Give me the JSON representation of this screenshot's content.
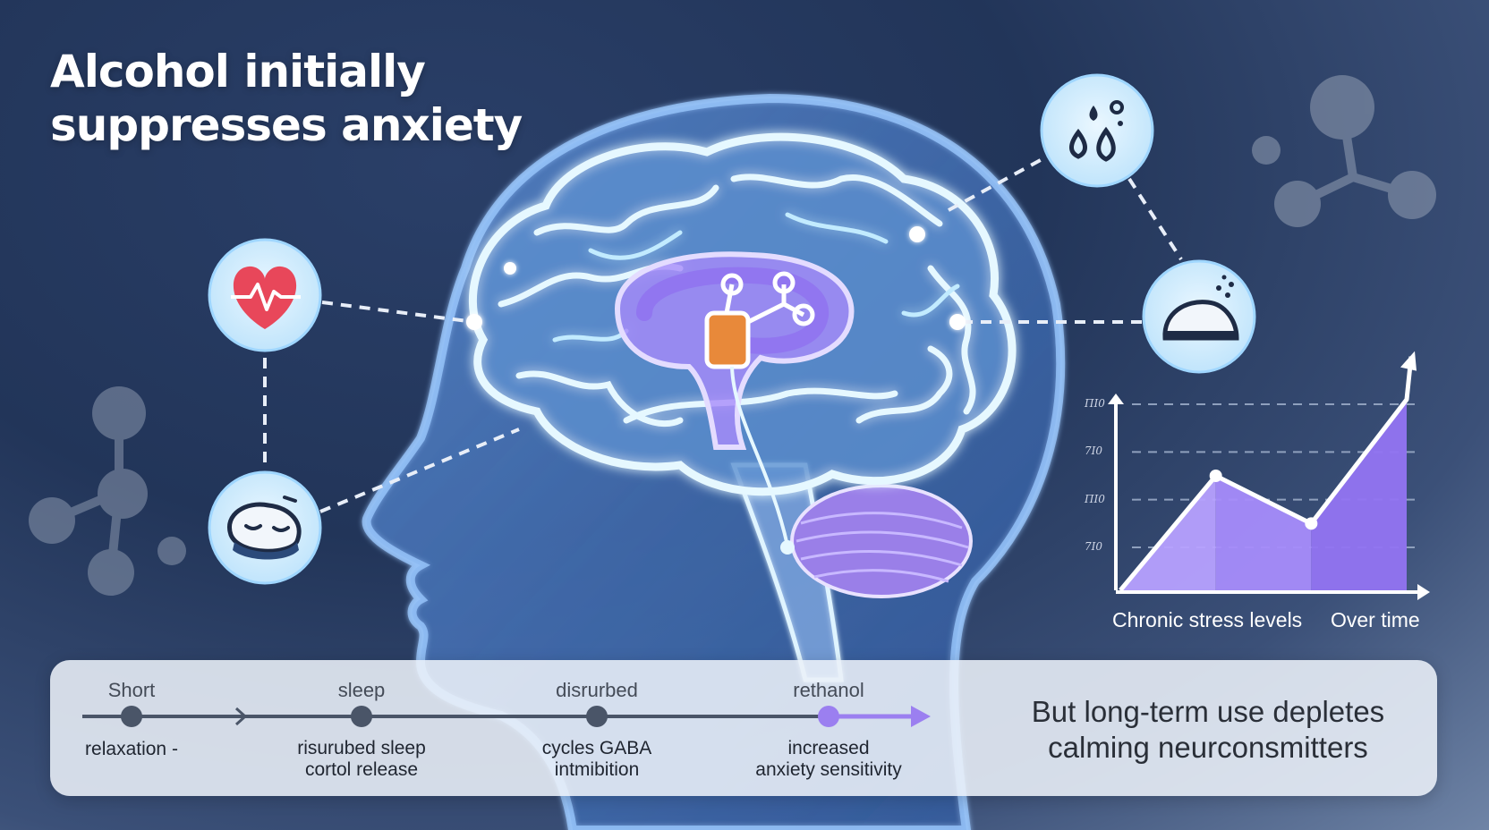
{
  "title": {
    "line1": "Alcohol initially",
    "line2": "suppresses anxiety"
  },
  "icons": [
    {
      "name": "heart-rate-icon",
      "color": "#e8475a"
    },
    {
      "name": "sleeping-face-icon",
      "color": "#2b4a7a"
    },
    {
      "name": "water-drops-icon",
      "color": "#1e2b45"
    },
    {
      "name": "resting-head-icon",
      "color": "#1e2b45"
    },
    {
      "name": "molecule-icon",
      "color": "#e8893a"
    }
  ],
  "chart_data": {
    "type": "area",
    "x": [
      0,
      1,
      2,
      3
    ],
    "values": [
      0,
      2.4,
      1.4,
      4.0
    ],
    "tick_labels": [
      "ΠΙ0",
      "7Ι0",
      "ΠΙ0",
      "7Ι0"
    ],
    "xlabel": "Over time",
    "ylabel": "Chronic stress levels",
    "ylim": [
      0,
      4.5
    ],
    "grid": true,
    "color": "#9b7ff0"
  },
  "timeline": {
    "steps": [
      {
        "top": "Short",
        "bottom": [
          "relaxation -"
        ]
      },
      {
        "top": "sleep",
        "bottom": [
          "risurubed sleep",
          "cortol release"
        ]
      },
      {
        "top": "disrurbed",
        "bottom": [
          "cycles GABA",
          "intmibition"
        ]
      },
      {
        "top": "rethanol",
        "bottom": [
          "increased",
          "anxiety sensitivity"
        ]
      }
    ],
    "accent_color": "#9b7ff0",
    "line_color": "#4a5568"
  },
  "summary": {
    "line1": "But long-term use depletes",
    "line2": "calming neurconsmitters"
  },
  "colors": {
    "background": "#243a61",
    "head": "#7fb2f0",
    "brain_glow": "#bfeaff",
    "limbic": "#a78bfa",
    "icon_bg": "#d8f0ff"
  }
}
